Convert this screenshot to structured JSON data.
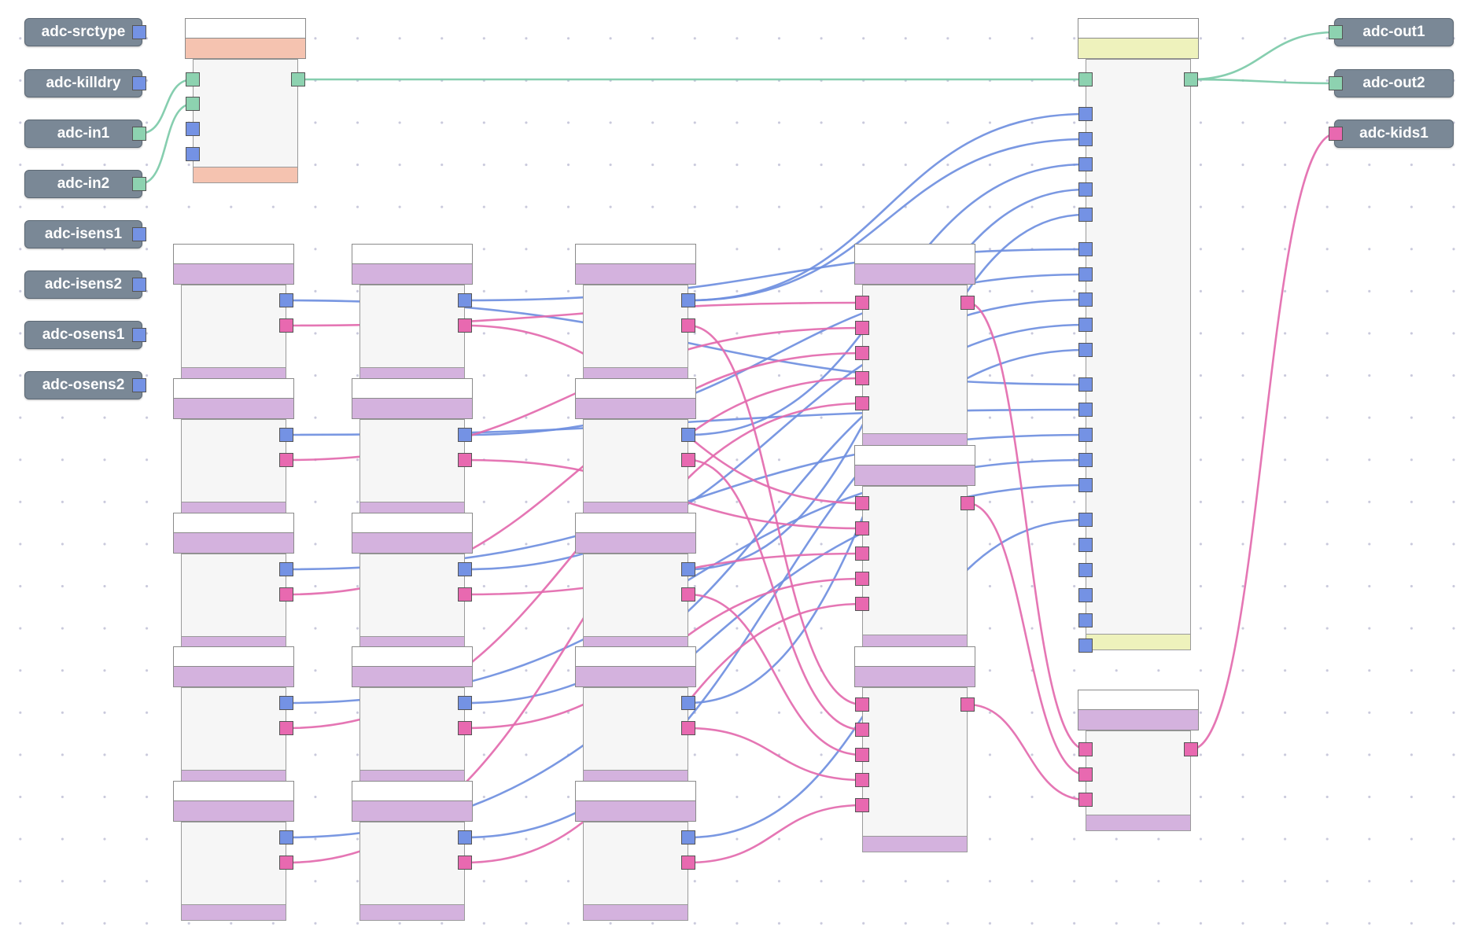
{
  "io_left": [
    {
      "id": "srctype",
      "label": "adc-srctype",
      "port": "blue"
    },
    {
      "id": "killdry",
      "label": "adc-killdry",
      "port": "blue"
    },
    {
      "id": "in1",
      "label": "adc-in1",
      "port": "green"
    },
    {
      "id": "in2",
      "label": "adc-in2",
      "port": "green"
    },
    {
      "id": "isens1",
      "label": "adc-isens1",
      "port": "blue"
    },
    {
      "id": "isens2",
      "label": "adc-isens2",
      "port": "blue"
    },
    {
      "id": "osens1",
      "label": "adc-osens1",
      "port": "blue"
    },
    {
      "id": "osens2",
      "label": "adc-osens2",
      "port": "blue"
    }
  ],
  "io_right": [
    {
      "id": "out1",
      "label": "adc-out1",
      "port": "green"
    },
    {
      "id": "out2",
      "label": "adc-out2",
      "port": "green"
    },
    {
      "id": "kids1",
      "label": "adc-kids1",
      "port": "pink"
    }
  ],
  "modules": [
    {
      "id": "mono",
      "title": "mono",
      "type": "mix",
      "number": "1",
      "color": "salmon",
      "inputs": [
        "green",
        "green",
        "blue",
        "blue"
      ],
      "outputs": [
        "green"
      ]
    },
    {
      "id": "gain1",
      "title": "gain1",
      "type": "vfader",
      "number": "2",
      "color": "purple",
      "inputs": [],
      "outputs": [
        "blue",
        "pink"
      ]
    },
    {
      "id": "f1",
      "title": "f1",
      "type": "knob",
      "number": "4",
      "color": "purple",
      "inputs": [],
      "outputs": [
        "blue",
        "pink"
      ]
    },
    {
      "id": "q1",
      "title": "q1",
      "type": "knob",
      "number": "3",
      "color": "purple",
      "inputs": [],
      "outputs": [
        "blue",
        "pink"
      ]
    },
    {
      "id": "gain2",
      "title": "gain2",
      "type": "vfader",
      "number": "5",
      "color": "purple",
      "inputs": [],
      "outputs": [
        "blue",
        "pink"
      ]
    },
    {
      "id": "f2",
      "title": "f2",
      "type": "knob",
      "number": "7",
      "color": "purple",
      "inputs": [],
      "outputs": [
        "blue",
        "pink"
      ]
    },
    {
      "id": "q2",
      "title": "q2",
      "type": "knob",
      "number": "6",
      "color": "purple",
      "inputs": [],
      "outputs": [
        "blue",
        "pink"
      ]
    },
    {
      "id": "gain3",
      "title": "gain3",
      "type": "vfader",
      "number": "8",
      "color": "purple",
      "inputs": [],
      "outputs": [
        "blue",
        "pink"
      ]
    },
    {
      "id": "f3",
      "title": "f3",
      "type": "knob",
      "number": "10",
      "color": "purple",
      "inputs": [],
      "outputs": [
        "blue",
        "pink"
      ]
    },
    {
      "id": "q3",
      "title": "q3",
      "type": "knob",
      "number": "9",
      "color": "purple",
      "inputs": [],
      "outputs": [
        "blue",
        "pink"
      ]
    },
    {
      "id": "gain4",
      "title": "gain4",
      "type": "vfader",
      "number": "11",
      "color": "purple",
      "inputs": [],
      "outputs": [
        "blue",
        "pink"
      ]
    },
    {
      "id": "f4",
      "title": "f4",
      "type": "knob",
      "number": "13",
      "color": "purple",
      "inputs": [],
      "outputs": [
        "blue",
        "pink"
      ]
    },
    {
      "id": "q4",
      "title": "q4",
      "type": "knob",
      "number": "12",
      "color": "purple",
      "inputs": [],
      "outputs": [
        "blue",
        "pink"
      ]
    },
    {
      "id": "gain5",
      "title": "gain5",
      "type": "vfader",
      "number": "14",
      "color": "purple",
      "inputs": [],
      "outputs": [
        "blue",
        "pink"
      ]
    },
    {
      "id": "f5",
      "title": "f5",
      "type": "knob",
      "number": "16",
      "color": "purple",
      "inputs": [],
      "outputs": [
        "blue",
        "pink"
      ]
    },
    {
      "id": "q5",
      "title": "q5",
      "type": "knob",
      "number": "15",
      "color": "purple",
      "inputs": [],
      "outputs": [
        "blue",
        "pink"
      ]
    },
    {
      "id": "boost",
      "title": "boost/cut",
      "type": "menupage",
      "number": "17",
      "color": "purple",
      "inputs": [
        "pink",
        "pink",
        "pink",
        "pink",
        "pink"
      ],
      "outputs": [
        "pink"
      ]
    },
    {
      "id": "freq",
      "title": "freq",
      "type": "menupage",
      "number": "18",
      "color": "purple",
      "inputs": [
        "pink",
        "pink",
        "pink",
        "pink",
        "pink"
      ],
      "outputs": [
        "pink"
      ]
    },
    {
      "id": "q",
      "title": "q",
      "type": "menupage",
      "number": "19",
      "color": "purple",
      "inputs": [
        "pink",
        "pink",
        "pink",
        "pink",
        "pink"
      ],
      "outputs": [
        "pink"
      ]
    },
    {
      "id": "eqn",
      "title": "eqn:1",
      "type": "eqn",
      "number": "21",
      "color": "yellow",
      "inputs": [
        "green",
        "blue",
        "blue",
        "blue",
        "blue",
        "blue",
        "blue",
        "blue",
        "blue",
        "blue",
        "blue",
        "blue",
        "blue",
        "blue",
        "blue",
        "blue",
        "blue",
        "blue",
        "blue",
        "blue",
        "blue",
        "blue"
      ],
      "outputs": [
        "green"
      ]
    },
    {
      "id": "eq",
      "title": "eq",
      "type": "menupage",
      "number": "20",
      "color": "purple",
      "inputs": [
        "pink",
        "pink",
        "pink"
      ],
      "outputs": [
        "pink"
      ]
    }
  ],
  "wires": [
    {
      "from": "io:in1",
      "to": "mono:in0",
      "color": "green"
    },
    {
      "from": "io:in2",
      "to": "mono:in1",
      "color": "green"
    },
    {
      "from": "mono:out0",
      "to": "eqn:in0",
      "color": "green"
    },
    {
      "from": "eqn:out0",
      "to": "io:out1",
      "color": "green"
    },
    {
      "from": "eqn:out0",
      "to": "io:out2",
      "color": "green"
    },
    {
      "from": "eq:out0",
      "to": "io:kids1",
      "color": "pink"
    },
    {
      "from": "q1:out0",
      "to": "eqn:in1",
      "color": "blue"
    },
    {
      "from": "q1:out0",
      "to": "eqn:in2",
      "color": "blue"
    },
    {
      "from": "q2:out0",
      "to": "eqn:in3",
      "color": "blue"
    },
    {
      "from": "q3:out0",
      "to": "eqn:in4",
      "color": "blue"
    },
    {
      "from": "q4:out0",
      "to": "eqn:in5",
      "color": "blue"
    },
    {
      "from": "f1:out0",
      "to": "eqn:in6",
      "color": "blue"
    },
    {
      "from": "f2:out0",
      "to": "eqn:in7",
      "color": "blue"
    },
    {
      "from": "f3:out0",
      "to": "eqn:in8",
      "color": "blue"
    },
    {
      "from": "f4:out0",
      "to": "eqn:in9",
      "color": "blue"
    },
    {
      "from": "f5:out0",
      "to": "eqn:in10",
      "color": "blue"
    },
    {
      "from": "gain1:out0",
      "to": "eqn:in11",
      "color": "blue"
    },
    {
      "from": "gain2:out0",
      "to": "eqn:in12",
      "color": "blue"
    },
    {
      "from": "gain3:out0",
      "to": "eqn:in13",
      "color": "blue"
    },
    {
      "from": "gain4:out0",
      "to": "eqn:in14",
      "color": "blue"
    },
    {
      "from": "gain5:out0",
      "to": "eqn:in15",
      "color": "blue"
    },
    {
      "from": "q5:out0",
      "to": "eqn:in16",
      "color": "blue"
    },
    {
      "from": "gain1:out1",
      "to": "boost:in0",
      "color": "pink"
    },
    {
      "from": "gain2:out1",
      "to": "boost:in1",
      "color": "pink"
    },
    {
      "from": "gain3:out1",
      "to": "boost:in2",
      "color": "pink"
    },
    {
      "from": "gain4:out1",
      "to": "boost:in3",
      "color": "pink"
    },
    {
      "from": "gain5:out1",
      "to": "boost:in4",
      "color": "pink"
    },
    {
      "from": "f1:out1",
      "to": "freq:in0",
      "color": "pink"
    },
    {
      "from": "f2:out1",
      "to": "freq:in1",
      "color": "pink"
    },
    {
      "from": "f3:out1",
      "to": "freq:in2",
      "color": "pink"
    },
    {
      "from": "f4:out1",
      "to": "freq:in3",
      "color": "pink"
    },
    {
      "from": "f5:out1",
      "to": "freq:in4",
      "color": "pink"
    },
    {
      "from": "q1:out1",
      "to": "q:in0",
      "color": "pink"
    },
    {
      "from": "q2:out1",
      "to": "q:in1",
      "color": "pink"
    },
    {
      "from": "q3:out1",
      "to": "q:in2",
      "color": "pink"
    },
    {
      "from": "q4:out1",
      "to": "q:in3",
      "color": "pink"
    },
    {
      "from": "q5:out1",
      "to": "q:in4",
      "color": "pink"
    },
    {
      "from": "boost:out0",
      "to": "eq:in0",
      "color": "pink"
    },
    {
      "from": "freq:out0",
      "to": "eq:in1",
      "color": "pink"
    },
    {
      "from": "q:out0",
      "to": "eq:in2",
      "color": "pink"
    }
  ],
  "colors": {
    "wire_blue": "#6f8fe0",
    "wire_pink": "#e36aae",
    "wire_green": "#7ccaa8",
    "port_blue": "#7492e4",
    "port_pink": "#e869b0",
    "port_green": "#8dd2b0",
    "module_purple": "#d4b2de",
    "module_salmon": "#f5c3b0",
    "module_yellow": "#eef2bc",
    "io_box": "#7a8896"
  }
}
